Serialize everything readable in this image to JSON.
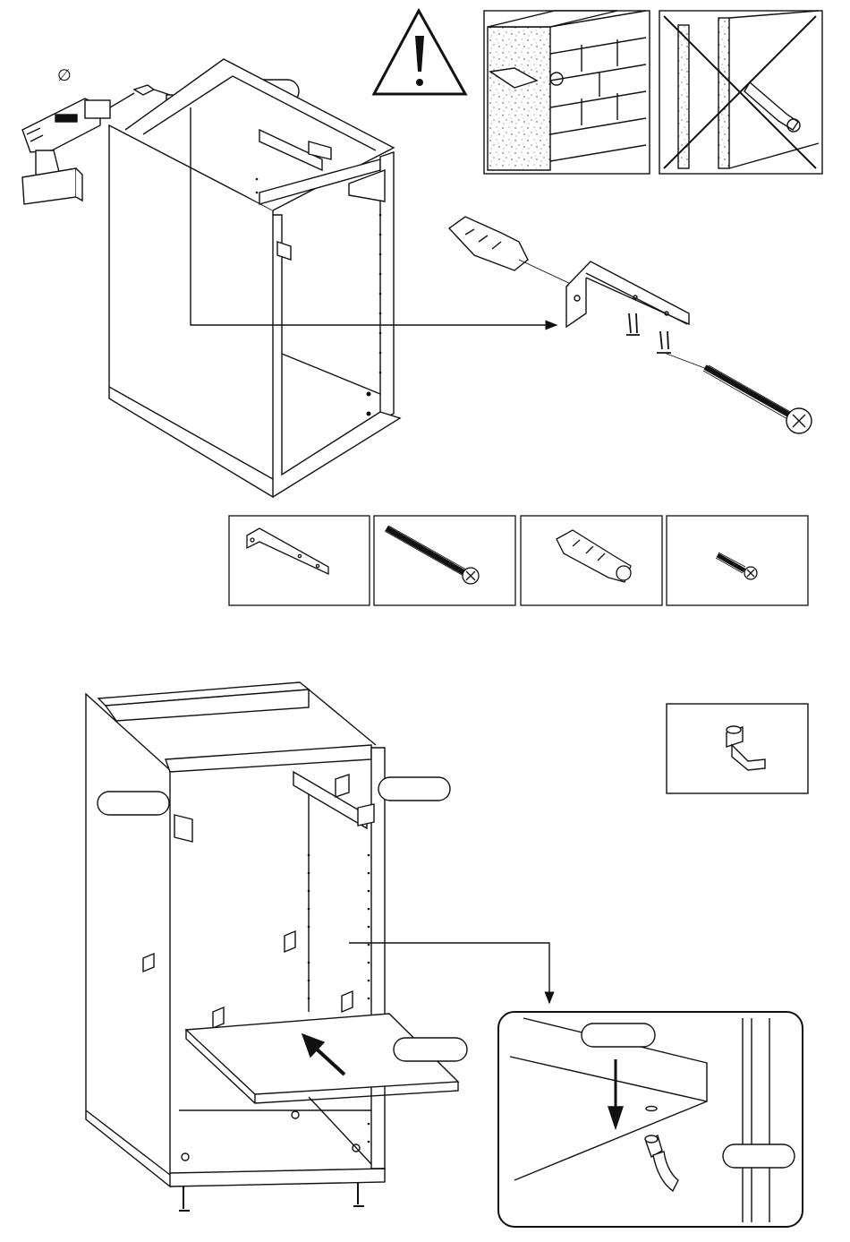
{
  "step_top": {
    "drill_bit_symbol": "∅",
    "callout_label": "",
    "warning_icon": "warning-triangle-icon",
    "panels": [
      {
        "name": "masonry-wall-panel",
        "status": "correct"
      },
      {
        "name": "hollow-wall-panel",
        "status": "crossed-out"
      }
    ]
  },
  "parts": [
    {
      "name": "part-angle-bracket",
      "icon": "angle-bracket-icon"
    },
    {
      "name": "part-long-screw",
      "icon": "long-screw-icon"
    },
    {
      "name": "part-wall-plug",
      "icon": "wall-plug-icon"
    },
    {
      "name": "part-short-screw",
      "icon": "short-screw-icon"
    }
  ],
  "step_bottom": {
    "callout_left": "",
    "callout_right": "",
    "callout_shelf": "",
    "detail_callout": "",
    "detail_side_callout": "",
    "inset_part": "shelf-support-pin-icon"
  }
}
